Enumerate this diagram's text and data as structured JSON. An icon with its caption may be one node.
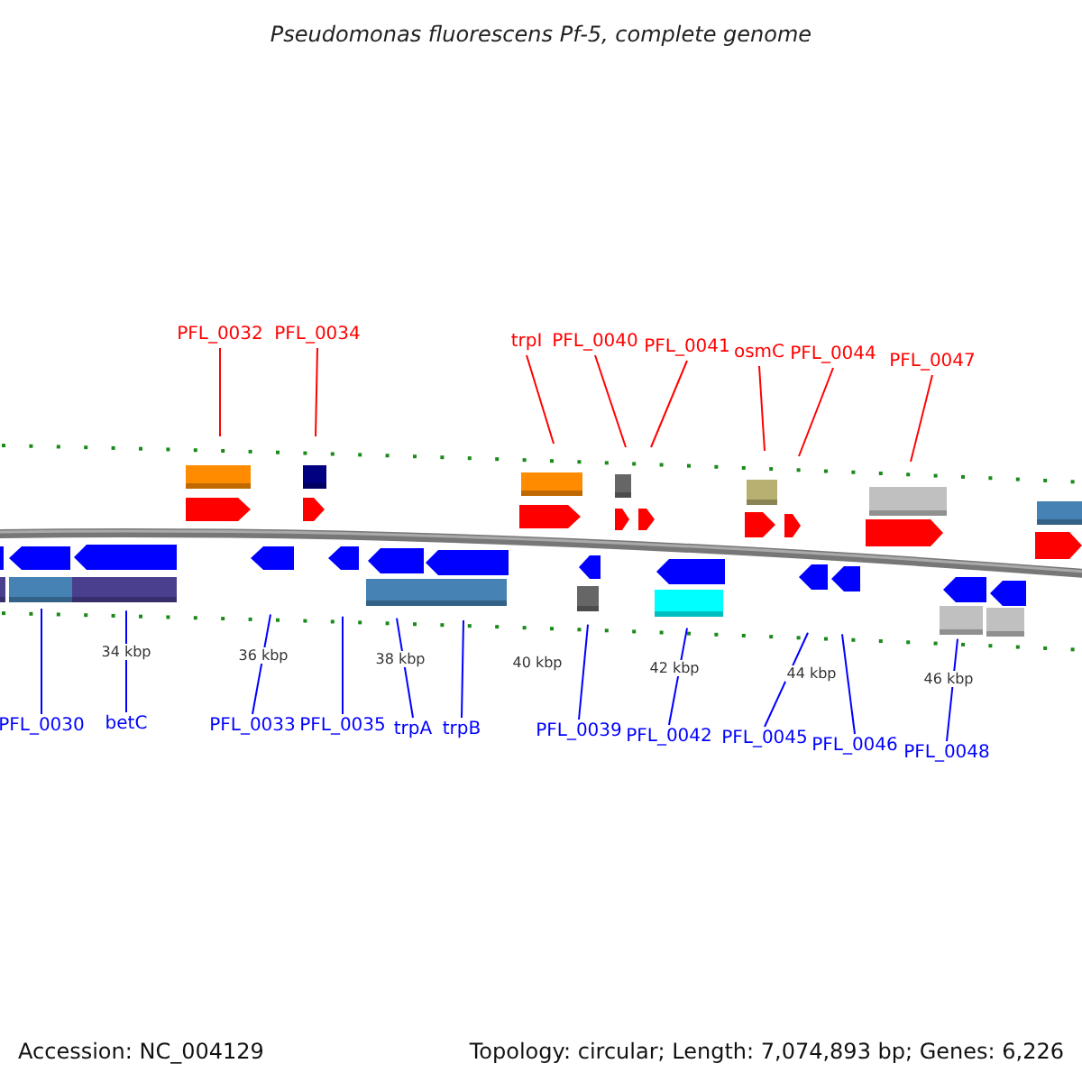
{
  "diagram": {
    "title": "Pseudomonas fluorescens Pf-5, complete genome",
    "nodes": [
      {
        "text": [
          "PFL_0032"
        ]
      },
      {
        "text": [
          "PFL_0034"
        ]
      },
      {
        "text": [
          "trpI"
        ]
      },
      {
        "text": [
          "PFL_0040"
        ]
      },
      {
        "text": [
          "PFL_0041"
        ]
      },
      {
        "text": [
          "osmC"
        ]
      },
      {
        "text": [
          "PFL_0044"
        ]
      },
      {
        "text": [
          "PFL_0047"
        ]
      },
      {
        "text": [
          "PFL_0030"
        ]
      },
      {
        "text": [
          "betC"
        ]
      },
      {
        "text": [
          "PFL_0033"
        ]
      },
      {
        "text": [
          "PFL_0035"
        ]
      },
      {
        "text": [
          "trpA"
        ]
      },
      {
        "text": [
          "trpB"
        ]
      },
      {
        "text": [
          "PFL_0039"
        ]
      },
      {
        "text": [
          "PFL_0042"
        ]
      },
      {
        "text": [
          "PFL_0045"
        ]
      },
      {
        "text": [
          "PFL_0046"
        ]
      },
      {
        "text": [
          "PFL_0048"
        ]
      }
    ],
    "edges": [
      {
        "from": 0,
        "to": null,
        "arrow": "none",
        "color": "#ff0000"
      },
      {
        "from": 1,
        "to": null,
        "arrow": "none",
        "color": "#ff0000"
      },
      {
        "from": 2,
        "to": null,
        "arrow": "none",
        "color": "#ff0000"
      },
      {
        "from": 3,
        "to": null,
        "arrow": "none",
        "color": "#ff0000"
      },
      {
        "from": 4,
        "to": null,
        "arrow": "none",
        "color": "#ff0000"
      },
      {
        "from": 5,
        "to": null,
        "arrow": "none",
        "color": "#ff0000"
      },
      {
        "from": 6,
        "to": null,
        "arrow": "none",
        "color": "#ff0000"
      },
      {
        "from": 7,
        "to": null,
        "arrow": "none",
        "color": "#ff0000"
      },
      {
        "from": 8,
        "to": null,
        "arrow": "none"
      },
      {
        "from": 9,
        "to": null,
        "arrow": "none"
      },
      {
        "from": 10,
        "to": null,
        "arrow": "none"
      },
      {
        "from": 11,
        "to": null,
        "arrow": "none"
      },
      {
        "from": 12,
        "to": null,
        "arrow": "none"
      },
      {
        "from": 13,
        "to": null,
        "arrow": "none"
      },
      {
        "from": 14,
        "to": null,
        "arrow": "none"
      },
      {
        "from": 15,
        "to": null,
        "arrow": "none"
      },
      {
        "from": 16,
        "to": null,
        "arrow": "none"
      },
      {
        "from": 17,
        "to": null,
        "arrow": "none"
      },
      {
        "from": 18,
        "to": null,
        "arrow": "none"
      }
    ],
    "labels": [
      "34 kbp",
      "36 kbp",
      "38 kbp",
      "40 kbp",
      "42 kbp",
      "44 kbp",
      "46 kbp",
      "Accession: NC_004129",
      "Topology: circular; Length: 7,074,893 bp; Genes: 6,226"
    ]
  }
}
